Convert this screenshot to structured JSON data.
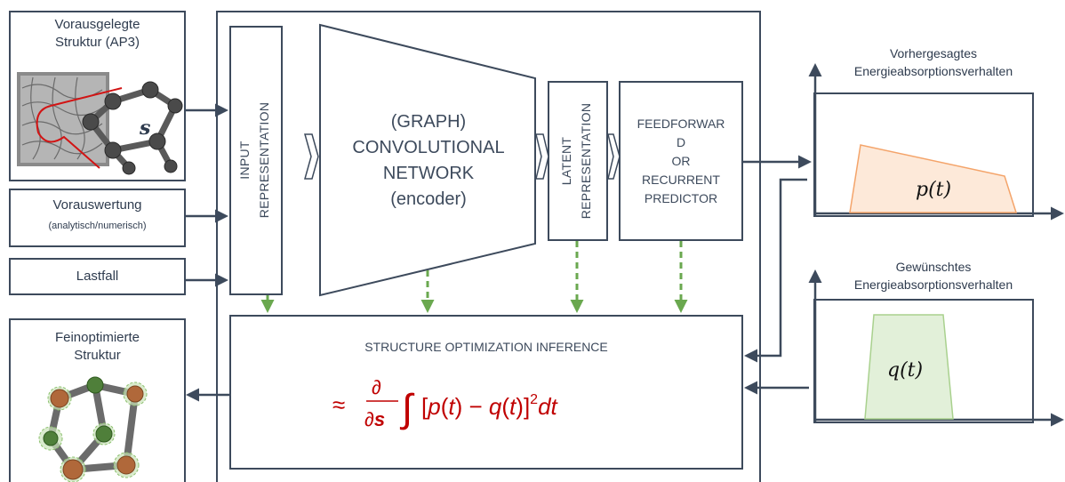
{
  "left": {
    "top_box_title": "Vorausgelegte\nStruktur (AP3)",
    "s_symbol": "s",
    "voraus_title": "Vorauswertung",
    "voraus_sub": "(analytisch/numerisch)",
    "lastfall": "Lastfall",
    "bottom_box_title": "Feinoptimierte\nStruktur"
  },
  "network": {
    "input_rep": "INPUT\nREPRESENTATION",
    "encoder": "(GRAPH)\nCONVOLUTIONAL\nNETWORK\n(encoder)",
    "latent_rep": "LATENT\nREPRESENTATION",
    "predictor": "FEEDFORWAR\nD\nOR\nRECURRENT\nPREDICTOR",
    "optimization_title": "STRUCTURE OPTIMIZATION INFERENCE",
    "formula": "≈ ∂/∂s ∫[p(t) − q(t)]² dt"
  },
  "right": {
    "predicted_title": "Vorhergesagtes\nEnergieabsorptionsverhalten",
    "predicted_label": "p(t)",
    "desired_title": "Gewünschtes\nEnergieabsorptionsverhalten",
    "desired_label": "q(t)"
  },
  "colors": {
    "border": "#3d4a5c",
    "green_dash": "#6aa84f",
    "formula_red": "#c00000",
    "p_fill": "#fde9d9",
    "p_stroke": "#f4a46a",
    "q_fill": "#e2f0d9",
    "q_stroke": "#a9d18e"
  }
}
